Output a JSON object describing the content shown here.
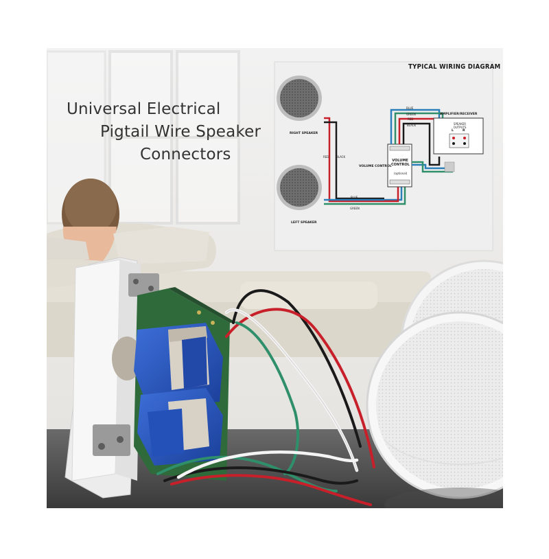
{
  "headline": {
    "line1": "Universal Electrical",
    "line2": "Pigtail Wire Speaker",
    "line3": "Connectors"
  },
  "diagram": {
    "title": "TYPICAL WIRING DIAGRAM",
    "right_speaker": "RIGHT SPEAKER",
    "left_speaker": "LEFT SPEAKER",
    "amplifier": "AMPLIFIER/RECEIVER",
    "speaker_outputs": "SPEAKER OUTPUTS",
    "volume_control_left": "VOLUME CONTROL",
    "volume_control_box": "VOLUME CONTROL",
    "optional": "(optional)",
    "wire_red": "RED",
    "wire_black": "BLACK",
    "wire_blue": "BLUE",
    "wire_green": "GREEN",
    "channel_l": "L",
    "channel_r": "R"
  },
  "colors": {
    "wire_red": "#c8202a",
    "wire_black": "#1a1a1a",
    "wire_green": "#2f8f6b",
    "wire_white": "#f4f4f4",
    "wire_blue": "#2a7fb8",
    "transformer_blue": "#1f4fb3",
    "pcb_green": "#2f6b3a"
  }
}
